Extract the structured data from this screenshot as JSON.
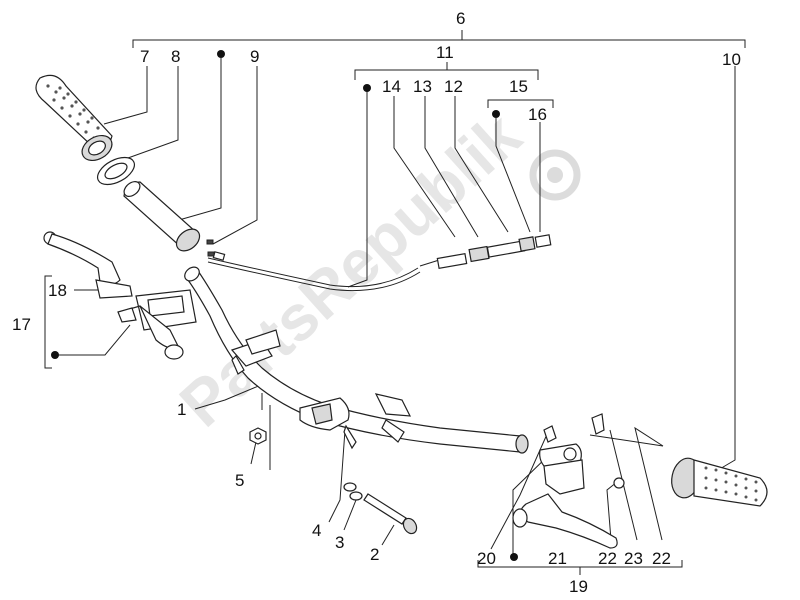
{
  "watermark": {
    "text": "PartsRepublik",
    "color": "#e6e6e6"
  },
  "labels": [
    {
      "id": "6",
      "text": "6"
    },
    {
      "id": "7",
      "text": "7"
    },
    {
      "id": "8",
      "text": "8"
    },
    {
      "id": "9",
      "text": "9"
    },
    {
      "id": "10",
      "text": "10"
    },
    {
      "id": "11",
      "text": "11"
    },
    {
      "id": "14",
      "text": "14"
    },
    {
      "id": "13",
      "text": "13"
    },
    {
      "id": "12",
      "text": "12"
    },
    {
      "id": "15",
      "text": "15"
    },
    {
      "id": "16",
      "text": "16"
    },
    {
      "id": "18",
      "text": "18"
    },
    {
      "id": "17",
      "text": "17"
    },
    {
      "id": "1",
      "text": "1"
    },
    {
      "id": "5",
      "text": "5"
    },
    {
      "id": "4",
      "text": "4"
    },
    {
      "id": "3",
      "text": "3"
    },
    {
      "id": "2",
      "text": "2"
    },
    {
      "id": "20",
      "text": "20"
    },
    {
      "id": "21",
      "text": "21"
    },
    {
      "id": "22a",
      "text": "22"
    },
    {
      "id": "23",
      "text": "23"
    },
    {
      "id": "22b",
      "text": "22"
    },
    {
      "id": "19",
      "text": "19"
    }
  ]
}
